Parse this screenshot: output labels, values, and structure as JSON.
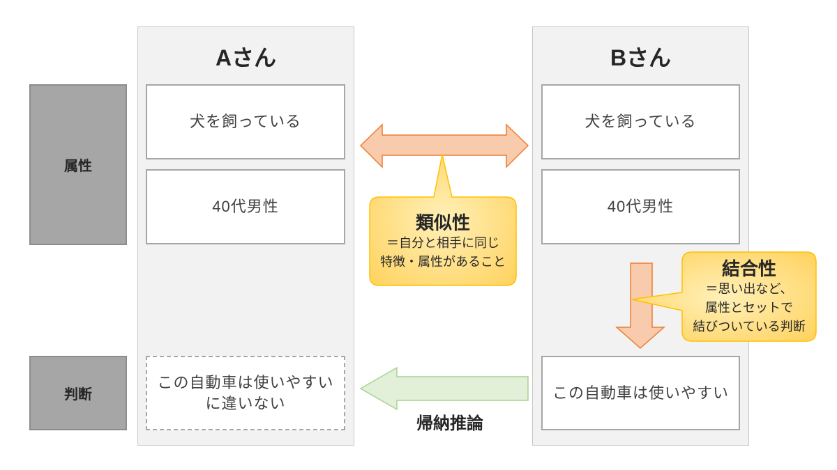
{
  "row_labels": {
    "attributes": "属性",
    "judgment": "判断"
  },
  "person_a": {
    "title": "Aさん",
    "attribute_1": "犬を飼っている",
    "attribute_2": "40代男性",
    "judgment_line_1": "この自動車は使いやすい",
    "judgment_line_2": "に違いない"
  },
  "person_b": {
    "title": "Bさん",
    "attribute_1": "犬を飼っている",
    "attribute_2": "40代男性",
    "judgment": "この自動車は使いやすい"
  },
  "similarity_callout": {
    "title": "類似性",
    "line_1": "＝自分と相手に同じ",
    "line_2": "特徴・属性があること"
  },
  "association_callout": {
    "title": "結合性",
    "line_1": "＝思い出など、",
    "line_2": "属性とセットで",
    "line_3": "結びついている判断"
  },
  "inference_label": "帰納推論",
  "colors": {
    "relation_arrow_fill": "#f8cbad",
    "relation_arrow_stroke": "#ed7d31",
    "inference_arrow_fill": "#e2f0d9",
    "inference_arrow_stroke": "#a9d18e",
    "callout_fill": "#ffd25e",
    "callout_stroke": "#ffc000"
  }
}
